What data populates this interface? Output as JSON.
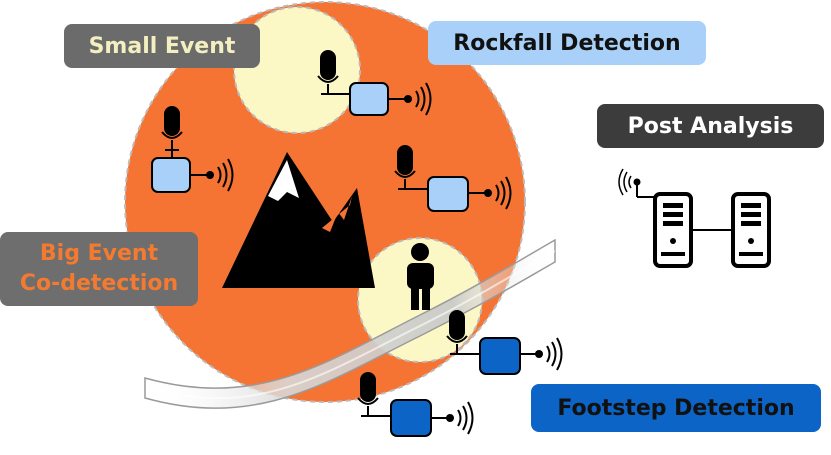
{
  "labels": {
    "small_event": "Small Event",
    "rockfall_detection": "Rockfall Detection",
    "post_analysis": "Post Analysis",
    "big_event_line1": "Big Event",
    "big_event_line2": "Co-detection",
    "footstep_detection": "Footstep Detection"
  },
  "colors": {
    "big_event_area": "#f57434",
    "small_event_area": "#fbf8c6",
    "rockfall_sensor": "#a8d0f8",
    "footstep_sensor": "#0c64c6",
    "label_dark": "#3c3c3c",
    "label_grey": "#6b6b6b"
  },
  "icons": [
    "microphone-icon",
    "sensor-node-icon",
    "wireless-signal-icon",
    "mountain-icon",
    "person-icon",
    "server-icon"
  ]
}
